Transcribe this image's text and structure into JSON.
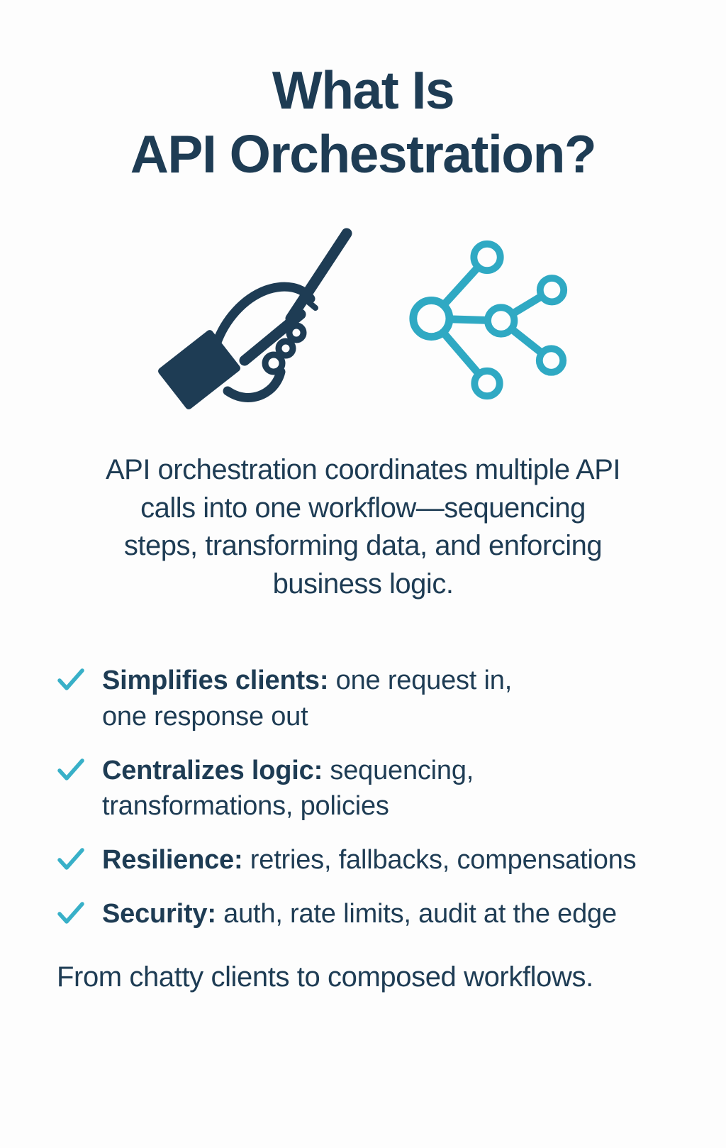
{
  "colors": {
    "navy": "#1e3c54",
    "teal": "#2fa9c3",
    "check": "#38b0c8",
    "background": "#fdfdfd"
  },
  "header": {
    "title": "What Is\nAPI Orchestration?"
  },
  "icons": {
    "left": "conductor-hand-with-baton",
    "right": "api-network-nodes",
    "bullet": "checkmark"
  },
  "intro": {
    "text": "API orchestration coordinates multiple API\ncalls into one workflow—sequencing\nsteps, transforming data, and enforcing\nbusiness logic."
  },
  "bullets": [
    {
      "bold": "Simplifies clients:",
      "text": " one request in,\none response out"
    },
    {
      "bold": "Centralizes logic:",
      "text": " sequencing,\ntransformations, policies"
    },
    {
      "bold": "Resilience:",
      "text": " retries, fallbacks, compensations"
    },
    {
      "bold": "Security:",
      "text": " auth, rate limits, audit at the edge"
    }
  ],
  "footer": {
    "text": "From chatty clients to composed workflows."
  }
}
